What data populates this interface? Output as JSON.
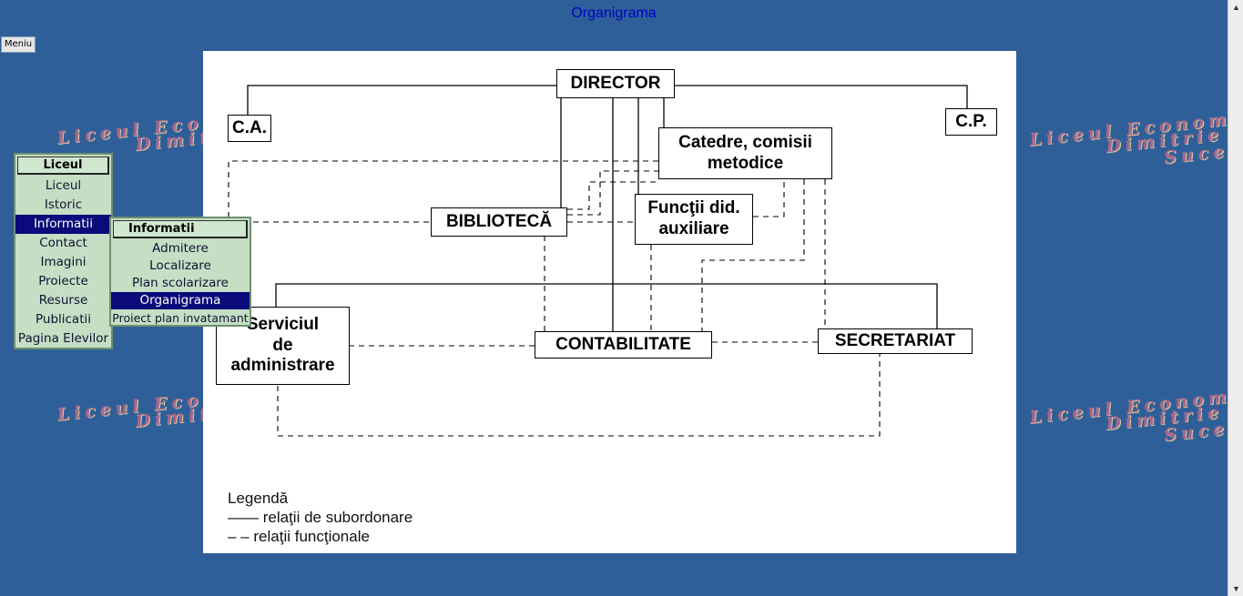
{
  "page": {
    "title": "Organigrama"
  },
  "menu_button": {
    "label": "Meniu"
  },
  "watermark": {
    "line1": "Liceul Economic",
    "line2": "Dimitrie C",
    "line3": "Sucea"
  },
  "org_chart": {
    "nodes": {
      "director": "DIRECTOR",
      "ca": "C.A.",
      "cp": "C.P.",
      "catedre": "Catedre, comisii\nmetodice",
      "biblioteca": "BIBLIOTECĂ",
      "functii": "Funcţii did.\nauxiliare",
      "serviciul": "Serviciul\nde\nadministrare",
      "contabilitate": "CONTABILITATE",
      "secretariat": "SECRETARIAT"
    },
    "legend": {
      "title": "Legendă",
      "solid_symbol": "——",
      "solid_label": "relaţii de subordonare",
      "dashed_symbol": "– –",
      "dashed_label": "relaţii funcţionale"
    }
  },
  "menu_liceul": {
    "header": "Liceul",
    "items": [
      "Liceul",
      "Istoric",
      "Informatii",
      "Contact",
      "Imagini",
      "Proiecte",
      "Resurse",
      "Publicatii",
      "Pagina Elevilor"
    ],
    "active_index": 2
  },
  "menu_informatii": {
    "header": "Informatii",
    "items": [
      "Admitere",
      "Localizare",
      "Plan scolarizare",
      "Organigrama",
      "Proiect plan invatamant"
    ],
    "active_index": 3
  },
  "colors": {
    "background": "#2f5f98",
    "menu_bg": "#c4dfc4",
    "menu_active": "#0a0a7a",
    "title_color": "#0000cc"
  }
}
